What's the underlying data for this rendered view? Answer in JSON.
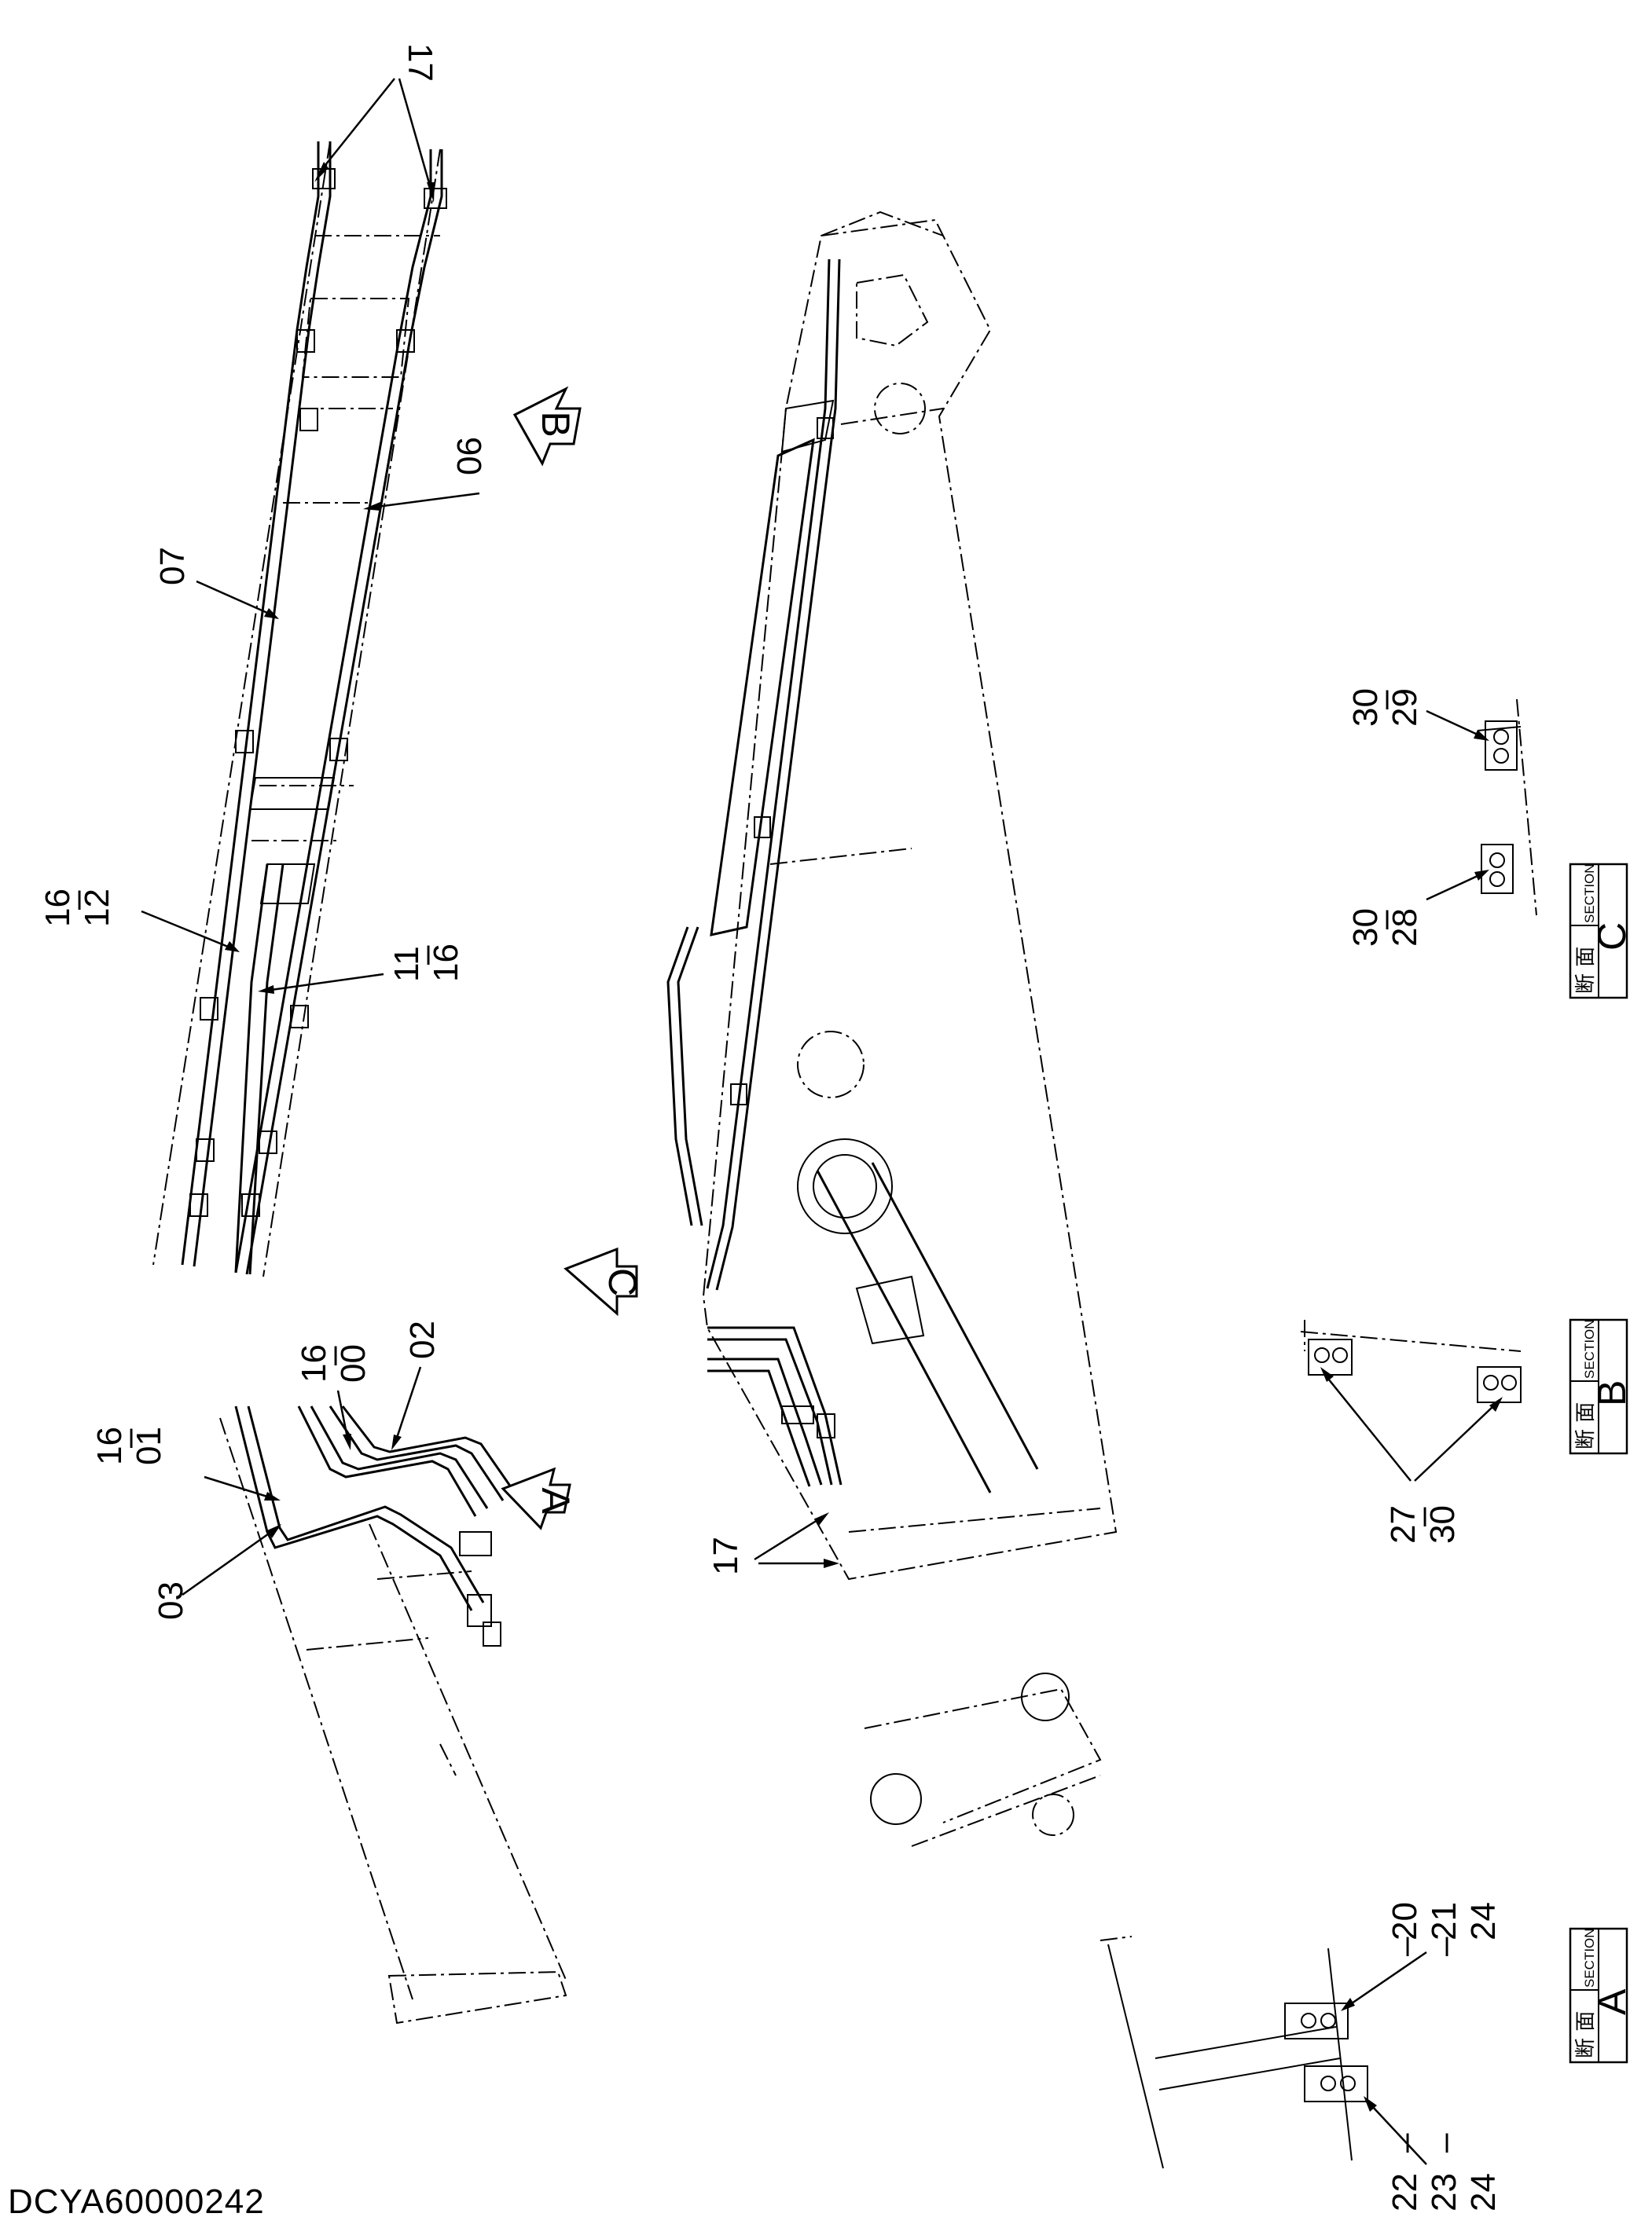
{
  "drawing_id": "DCYA60000242",
  "part_labels": {
    "p17_top": "17",
    "p06": "06",
    "p07": "07",
    "p16_12_a": "16",
    "p16_12_b": "12",
    "p11_16_a": "11",
    "p11_16_b": "16",
    "p16_00_a": "16",
    "p16_00_b": "00",
    "p02": "02",
    "p16_01_a": "16",
    "p16_01_b": "01",
    "p03": "03",
    "p17_mid": "17",
    "p30_29_a": "30",
    "p30_29_b": "29",
    "p30_28_a": "30",
    "p30_28_b": "28",
    "p27_30_a": "27",
    "p27_30_b": "30",
    "p20_21_24_a": "20",
    "p20_21_24_b": "21",
    "p20_21_24_c": "24",
    "p22_23_24_a": "22",
    "p22_23_24_b": "23",
    "p22_23_24_c": "24"
  },
  "view_markers": {
    "a": "A",
    "b": "B",
    "c": "C"
  },
  "section_boxes": {
    "c": {
      "kanji": "断 面",
      "word": "SECTION",
      "letter": "C"
    },
    "b": {
      "kanji": "断 面",
      "word": "SECTION",
      "letter": "B"
    },
    "a": {
      "kanji": "断 面",
      "word": "SECTION",
      "letter": "A"
    }
  },
  "separator": "–"
}
